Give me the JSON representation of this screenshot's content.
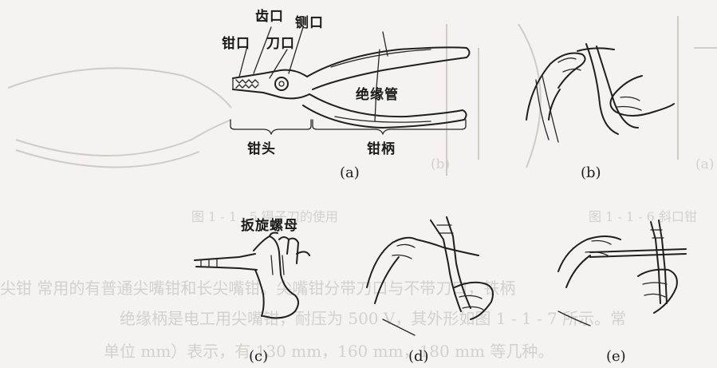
{
  "figure": {
    "panels": [
      {
        "id": "a",
        "caption": "(a)"
      },
      {
        "id": "b",
        "caption": "(b)"
      },
      {
        "id": "c",
        "caption": "(c)"
      },
      {
        "id": "d",
        "caption": "(d)"
      },
      {
        "id": "e",
        "caption": "(e)"
      }
    ],
    "labels": {
      "tooth_mouth": "齿口",
      "cutting_mouth": "铡口",
      "jaw_mouth": "钳口",
      "blade_mouth": "刀口",
      "insulating_tube": "绝缘管",
      "pliers_head": "钳头",
      "pliers_handle": "钳柄",
      "turn_nut": "扳旋螺母"
    }
  },
  "background_bleed": {
    "caption_b": "(b)",
    "caption_a2": "(a)",
    "fig_caption_1": "图 1 - 1 - 5   镊子刀的使用",
    "fig_caption_2": "图 1 - 1 - 6   斜口钳",
    "body_line_1": "尖钳   常用的有普通尖嘴钳和长尖嘴钳。尖嘴钳分带刀口与不带刀口，铁柄",
    "body_line_2": "绝缘柄是电工用尖嘴钳，耐压为 500 V，其外形如图 1 - 1 - 7 所示。常",
    "body_line_3": "单位 mm）表示，有 130 mm，160 mm，180 mm 等几种。"
  }
}
